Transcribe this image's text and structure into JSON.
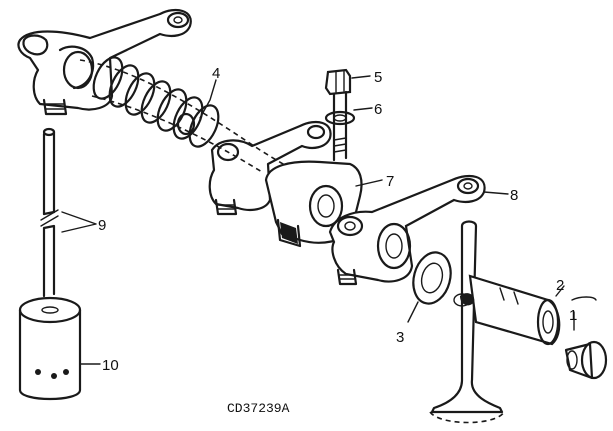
{
  "callouts": [
    {
      "id": "1",
      "text": "1"
    },
    {
      "id": "2",
      "text": "2"
    },
    {
      "id": "3",
      "text": "3"
    },
    {
      "id": "4",
      "text": "4"
    },
    {
      "id": "5",
      "text": "5"
    },
    {
      "id": "6",
      "text": "6"
    },
    {
      "id": "7",
      "text": "7"
    },
    {
      "id": "8",
      "text": "8"
    },
    {
      "id": "9",
      "text": "9"
    },
    {
      "id": "10",
      "text": "10"
    }
  ],
  "figure_code": "CD37239A"
}
